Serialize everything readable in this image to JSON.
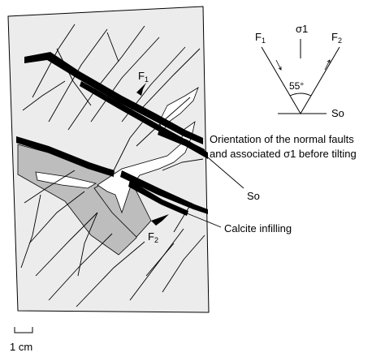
{
  "specimen": {
    "fault_labels": [
      "F",
      "F"
    ],
    "fault_subscripts": [
      "1",
      "2"
    ]
  },
  "inset": {
    "sigma_label": "σ1",
    "f1_label": "F",
    "f1_sub": "1",
    "f2_label": "F",
    "f2_sub": "2",
    "angle_label": "55°",
    "bedding_label": "So",
    "caption_line1": "Orientation of the normal faults",
    "caption_line2": "and associated σ1 before tilting"
  },
  "callouts": {
    "so_label": "So",
    "calcite_label": "Calcite infilling"
  },
  "scale_bar": {
    "label": "1 cm"
  },
  "colors": {
    "specimen_fill": "#ececec",
    "calcite_fill": "#bdbdbd",
    "bed_fill": "#000000",
    "line": "#000000"
  }
}
